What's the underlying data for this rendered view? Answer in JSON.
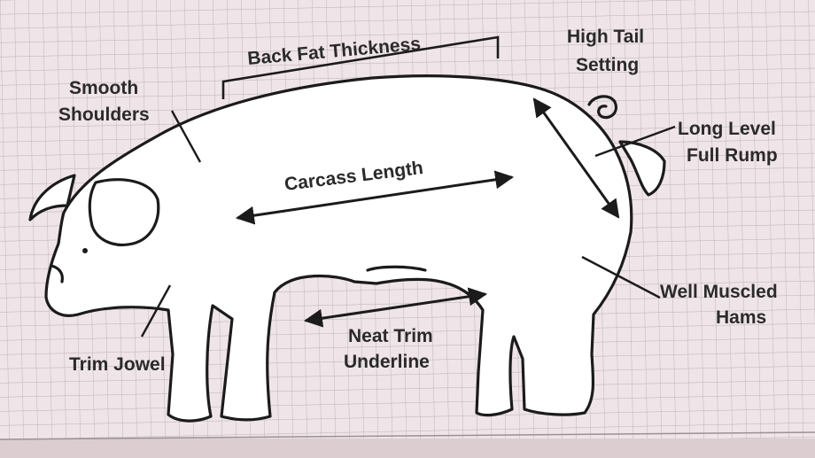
{
  "colors": {
    "paper": "#efe4e8",
    "grid": "#b9b1b6",
    "ink": "#1b1b1b",
    "body_fill": "#ffffff",
    "edge_shadow": "#d8c8cc"
  },
  "labels": {
    "back_fat": "Back Fat Thickness",
    "high_tail_1": "High Tail",
    "high_tail_2": "Setting",
    "smooth_1": "Smooth",
    "smooth_2": "Shoulders",
    "long_level_1": "Long Level",
    "long_level_2": "Full Rump",
    "carcass_length": "Carcass Length",
    "well_muscled_1": "Well Muscled",
    "well_muscled_2": "Hams",
    "neat_trim_1": "Neat Trim",
    "neat_trim_2": "Underline",
    "trim_jowel": "Trim Jowel"
  }
}
